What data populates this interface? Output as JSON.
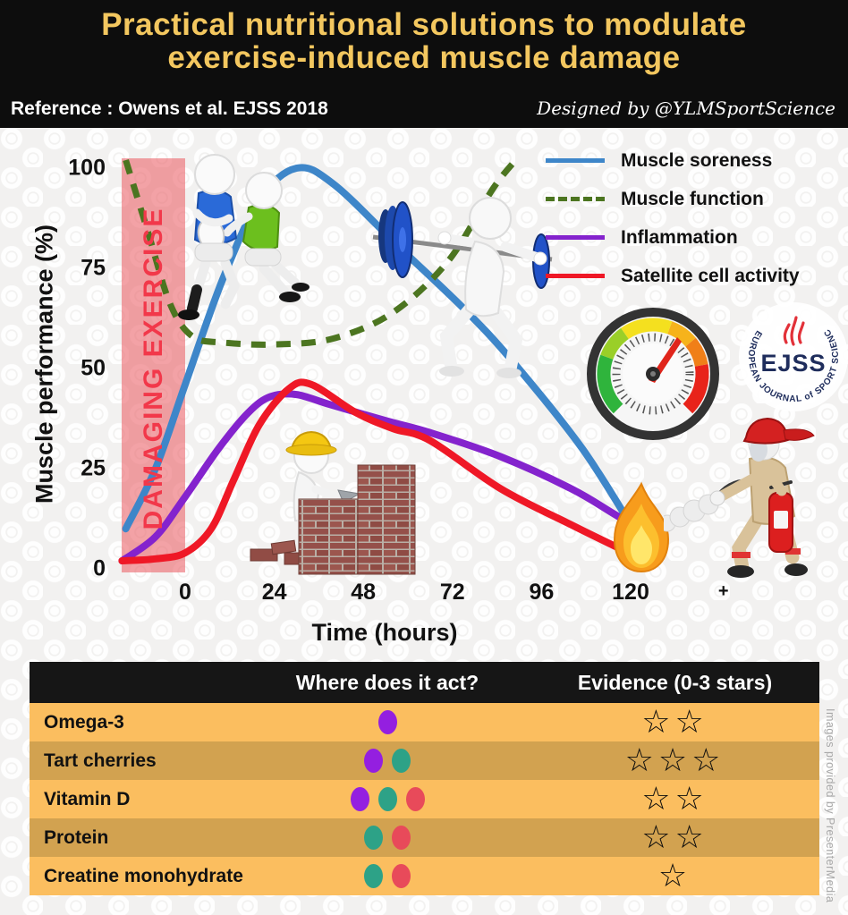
{
  "header": {
    "title_line1": "Practical nutritional solutions to modulate",
    "title_line2": "exercise-induced muscle damage",
    "reference": "Reference : Owens et al. EJSS 2018",
    "designed_by": "Designed by @YLMSportScience"
  },
  "chart_data": {
    "type": "line",
    "xlabel": "Time (hours)",
    "ylabel": "Muscle performance (%)",
    "ylim": [
      0,
      100
    ],
    "grid": false,
    "legend_position": "top-right",
    "annotation": "DAMAGING EXERCISE",
    "annotation_band_hours": [
      -17,
      0
    ],
    "x_ticks": [
      {
        "label": "0",
        "hour": 0
      },
      {
        "label": "24",
        "hour": 24
      },
      {
        "label": "48",
        "hour": 48
      },
      {
        "label": "72",
        "hour": 72
      },
      {
        "label": "96",
        "hour": 96
      },
      {
        "label": "120",
        "hour": 120
      },
      {
        "label": "+",
        "hour": 145
      }
    ],
    "y_ticks": [
      {
        "label": "100",
        "value": 100
      },
      {
        "label": "75",
        "value": 75
      },
      {
        "label": "50",
        "value": 50
      },
      {
        "label": "25",
        "value": 25
      },
      {
        "label": "0",
        "value": 0
      }
    ],
    "series": [
      {
        "name": "Muscle soreness",
        "color": "#3E86C9",
        "style": "solid",
        "x": [
          -16,
          -8,
          0,
          10,
          20,
          30,
          40,
          58,
          75,
          88,
          107,
          122
        ],
        "values": [
          10,
          25,
          46,
          72,
          92,
          100,
          96,
          80,
          65,
          52,
          30,
          8
        ]
      },
      {
        "name": "Muscle function",
        "color": "#4C7520",
        "style": "dashed",
        "x": [
          -16,
          -10,
          -4,
          2,
          10,
          24,
          40,
          56,
          71,
          83,
          90
        ],
        "values": [
          102,
          84,
          66,
          58,
          56.5,
          56,
          57.5,
          64,
          77,
          95,
          103
        ]
      },
      {
        "name": "Inflammation",
        "color": "#8423CD",
        "style": "solid",
        "x": [
          -17,
          -8,
          0,
          9,
          17,
          23,
          30,
          39,
          54,
          66,
          85,
          104,
          115,
          122
        ],
        "values": [
          2,
          8,
          18,
          30,
          39,
          43,
          43.5,
          41,
          37,
          34,
          28,
          20,
          14,
          10
        ]
      },
      {
        "name": "Satellite cell activity",
        "color": "#EF1826",
        "style": "solid",
        "x": [
          -17,
          -8,
          0,
          7,
          13,
          20,
          28,
          34,
          46,
          56,
          66,
          85,
          104,
          115,
          122,
          127
        ],
        "values": [
          2,
          2.5,
          4,
          10,
          22,
          36,
          45,
          46,
          39,
          35,
          32,
          20,
          11,
          6,
          3,
          2.5
        ]
      }
    ]
  },
  "table": {
    "columns": {
      "act": "Where does it act?",
      "evidence": "Evidence (0-3 stars)"
    },
    "dot_colors": {
      "purple": "#941FE0",
      "teal": "#2DA287",
      "red": "#E84A5A"
    },
    "star_glyph": "☆",
    "rows": [
      {
        "name": "Omega-3",
        "dots": [
          "purple"
        ],
        "stars": 2
      },
      {
        "name": "Tart cherries",
        "dots": [
          "purple",
          "teal"
        ],
        "stars": 3
      },
      {
        "name": "Vitamin D",
        "dots": [
          "purple",
          "teal",
          "red"
        ],
        "stars": 2
      },
      {
        "name": "Protein",
        "dots": [
          "teal",
          "red"
        ],
        "stars": 2
      },
      {
        "name": "Creatine monohydrate",
        "dots": [
          "teal",
          "red"
        ],
        "stars": 1
      }
    ]
  },
  "logo": {
    "abbr": "EJSS",
    "ring_text": "EUROPEAN JOURNAL of SPORT SCIENCE"
  },
  "credit": "Images provided by PresenterMedia",
  "colors": {
    "band_fill": "rgba(236,105,112,0.62)",
    "band_text": "#F2384A",
    "table_header_bg": "#161616",
    "table_row_light": "#FBBE5F",
    "table_row_dark": "#D2A250"
  }
}
